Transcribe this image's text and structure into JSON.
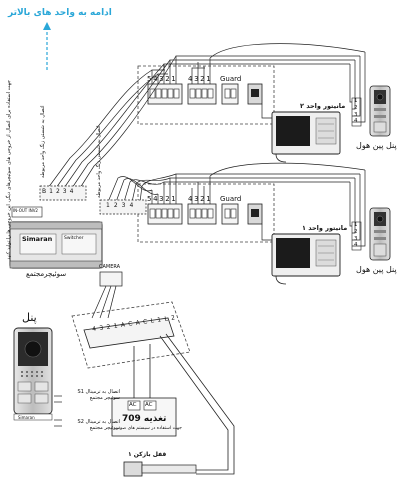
{
  "header": {
    "continue_label": "ادامه به واحد های بالاتر"
  },
  "colors": {
    "cyan": "#2aa7d8",
    "line": "#222222",
    "dashed": "#444444",
    "panel_silver": "#c8c8c8",
    "switch_green": "#cfe6cf"
  },
  "units": [
    {
      "monitor_label": "مانیتور واحد ۲",
      "door_panel_label": "پنل پین هول",
      "terminal_numbers": [
        "5",
        "4",
        "3",
        "2",
        "1",
        "4",
        "3",
        "2",
        "1"
      ],
      "guard_label": "Guard",
      "panel_pins": [
        "1",
        "2",
        "3",
        "4"
      ]
    },
    {
      "monitor_label": "مانیتور واحد ۱",
      "door_panel_label": "پنل پین هول",
      "terminal_numbers": [
        "5",
        "4",
        "3",
        "2",
        "1",
        "4",
        "3",
        "2",
        "1"
      ],
      "guard_label": "Guard",
      "panel_pins": [
        "1",
        "2",
        "3",
        "4"
      ]
    }
  ],
  "distributor": {
    "brand": "Simaran",
    "model_text": "Switcher",
    "label": "سوئیچرمجتمع",
    "note_side": "جهت استفاده برای اتصال از خروجی های سوئیچرهای دیگر، این خروجی ها را تولید کنید",
    "out_labels_top": [
      "B",
      "1",
      "2",
      "3",
      "4"
    ],
    "out_labels_mid": [
      "1",
      "2",
      "3",
      "4"
    ],
    "conn_note_unit2": "اتصال به شستی زنگ واحد مربوطه",
    "conn_note_unit1": "اتصال به شستی زنگ واحد مربوطه",
    "camera_label": "CAMERA",
    "bottom_code": "IN-OUT INV2"
  },
  "main_panel": {
    "title": "پنل",
    "term_labels": [
      "4",
      "3",
      "2",
      "1",
      "AC",
      "AC",
      "L1",
      "L2"
    ],
    "brand": "Simaran",
    "s1_label": "اتصال به ترمینال S1 سوئیچر مجتمع",
    "s2_label": "اتصال به ترمینال S2 سوئیچر مجتمع"
  },
  "power_supply": {
    "term_labels": [
      "AC",
      "AC"
    ],
    "title": "تغذیه 709",
    "subtitle": "جهت استفاده در سیستم های صوتی"
  },
  "door_lock": {
    "label": "قفل بازکن ۱"
  }
}
